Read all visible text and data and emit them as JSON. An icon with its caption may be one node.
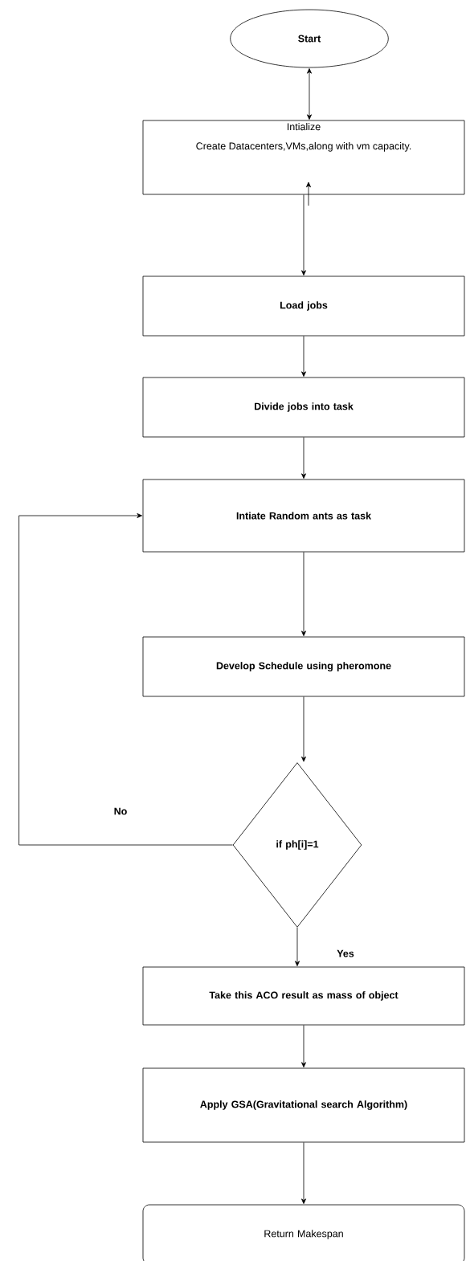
{
  "diagram": {
    "nodes": [
      {
        "text": [
          "Start"
        ]
      },
      {
        "text": [
          "Intialize",
          "Create Datacenters,VMs,along with vm capacity."
        ]
      },
      {
        "text": [
          "Load jobs"
        ]
      },
      {
        "text": [
          "Divide jobs into task"
        ]
      },
      {
        "text": [
          "Intiate Random ants as task"
        ]
      },
      {
        "text": [
          "Develop Schedule using pheromone"
        ]
      },
      {
        "text": [
          "if ph[i]=1"
        ]
      },
      {
        "text": [
          "Take this ACO result as mass of object"
        ]
      },
      {
        "text": [
          "Apply GSA(Gravitational search Algorithm)"
        ]
      },
      {
        "text": [
          "Return Makespan"
        ]
      }
    ],
    "edges": [
      {
        "from": 0,
        "to": 1,
        "arrow": "both"
      },
      {
        "from": null,
        "to": 1,
        "arrow": "to"
      },
      {
        "from": 1,
        "to": 2,
        "arrow": "to"
      },
      {
        "from": 2,
        "to": 3,
        "arrow": "to"
      },
      {
        "from": 3,
        "to": 4,
        "arrow": "to"
      },
      {
        "from": 4,
        "to": 5,
        "arrow": "to"
      },
      {
        "from": 5,
        "to": 6,
        "arrow": "to"
      },
      {
        "from": 6,
        "to": 4,
        "arrow": "to",
        "label": "No"
      },
      {
        "from": 6,
        "to": 7,
        "arrow": "to",
        "label": "Yes"
      },
      {
        "from": 7,
        "to": 8,
        "arrow": "to"
      },
      {
        "from": 8,
        "to": 9,
        "arrow": "to"
      }
    ]
  }
}
